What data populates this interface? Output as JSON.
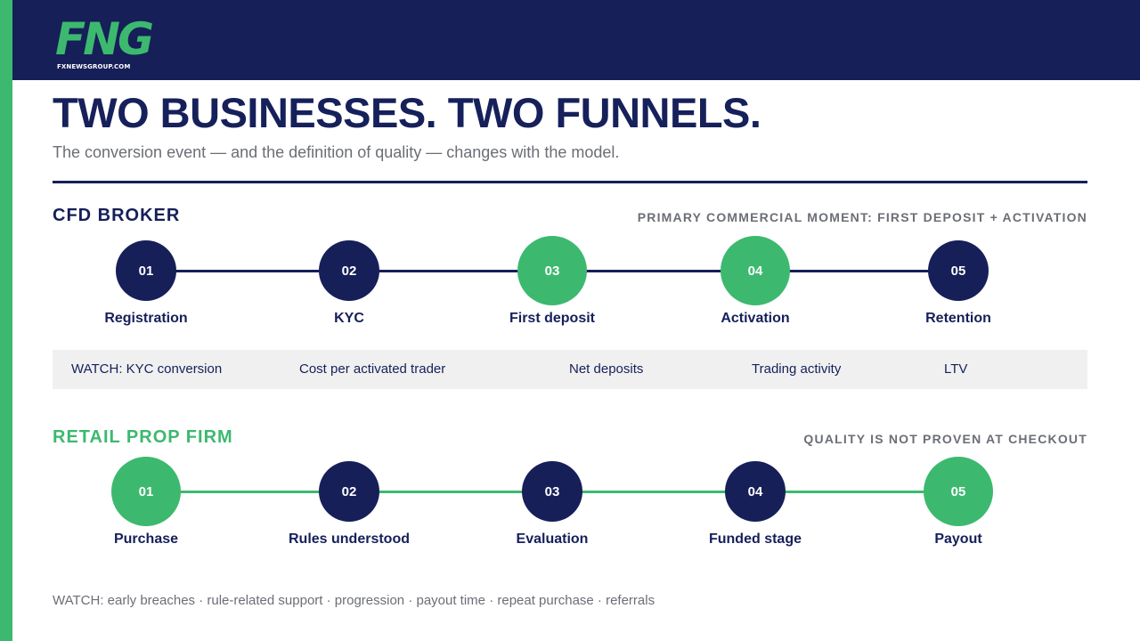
{
  "brand": {
    "mark": "FNG",
    "domain": "FXNEWSGROUP.COM"
  },
  "header": {
    "title": "TWO BUSINESSES. TWO FUNNELS.",
    "subtitle": "The conversion event — and the definition of quality — changes with the model."
  },
  "colors": {
    "navy": "#161f58",
    "green": "#3cb96f",
    "grey_text": "#6b6e75",
    "band": "#f0f0f0"
  },
  "cfd": {
    "label": "CFD BROKER",
    "note": "PRIMARY COMMERCIAL MOMENT: FIRST DEPOSIT + ACTIVATION",
    "steps": [
      {
        "num": "01",
        "label": "Registration",
        "highlight": false
      },
      {
        "num": "02",
        "label": "KYC",
        "highlight": false
      },
      {
        "num": "03",
        "label": "First deposit",
        "highlight": true
      },
      {
        "num": "04",
        "label": "Activation",
        "highlight": true
      },
      {
        "num": "05",
        "label": "Retention",
        "highlight": false
      }
    ],
    "watch": [
      "WATCH: KYC conversion",
      "Cost per activated trader",
      "Net deposits",
      "Trading activity",
      "LTV"
    ]
  },
  "prop": {
    "label": "RETAIL PROP FIRM",
    "note": "QUALITY IS NOT PROVEN AT CHECKOUT",
    "steps": [
      {
        "num": "01",
        "label": "Purchase",
        "highlight": true
      },
      {
        "num": "02",
        "label": "Rules understood",
        "highlight": false
      },
      {
        "num": "03",
        "label": "Evaluation",
        "highlight": false
      },
      {
        "num": "04",
        "label": "Funded stage",
        "highlight": false
      },
      {
        "num": "05",
        "label": "Payout",
        "highlight": true
      }
    ],
    "watch": "WATCH: early breaches · rule-related support · progression · payout time · repeat purchase · referrals"
  }
}
